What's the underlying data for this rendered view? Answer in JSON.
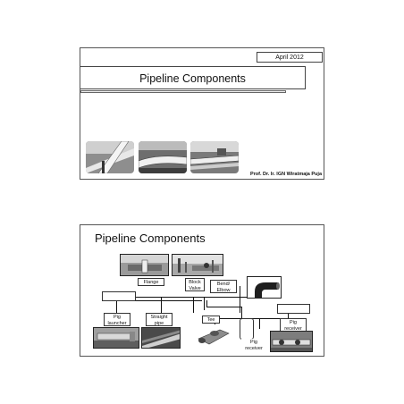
{
  "slide1": {
    "date": "April 2012",
    "title": "Pipeline Components",
    "author": "Prof. Dr. Ir. IGN Wiratmaja Puja",
    "thumbnails": [
      "pipeline-photo-icon",
      "pipeline-photo-icon",
      "pipeline-photo-icon"
    ]
  },
  "slide2": {
    "title": "Pipeline Components",
    "labels": {
      "flange": "Flange",
      "block_valve_1": "Block",
      "block_valve_2": "Valve",
      "bend_1": "Bend/",
      "bend_2": "Elbow",
      "pig_launcher_1": "Pig",
      "pig_launcher_2": "launcher",
      "straight_pipe_1": "Straight",
      "straight_pipe_2": "pipe",
      "tee": "Tee",
      "pig_receiver_top_1": "Pig",
      "pig_receiver_top_2": "receiver",
      "pig_receiver_bottom_1": "Pig",
      "pig_receiver_bottom_2": "receiver"
    }
  }
}
